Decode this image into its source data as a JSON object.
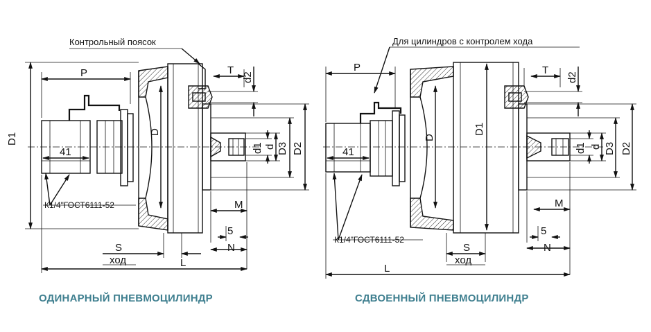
{
  "left": {
    "caption": "ОДИНАРНЫЙ ПНЕВМОЦИЛИНДР",
    "callout": "Контрольный поясок",
    "thread_note": "К1/4\"ГОСТ6111-52",
    "dims": {
      "D1": "D1",
      "P": "P",
      "D": "D",
      "T": "T",
      "d2": "d2",
      "d1": "d1",
      "d": "d",
      "D3": "D3",
      "D2": "D2",
      "n41": "41",
      "M": "M",
      "n5": "5",
      "N": "N",
      "S": "S",
      "stroke": "ход",
      "L": "L"
    }
  },
  "right": {
    "caption": "СДВОЕННЫЙ ПНЕВМОЦИЛИНДР",
    "callout": "Для цилиндров с контролем хода",
    "thread_note": "К1/4\"ГОСТ6111-52",
    "dims": {
      "P": "P",
      "D": "D",
      "D1": "D1",
      "T": "T",
      "d2": "d2",
      "d1": "d1",
      "d": "d",
      "D3": "D3",
      "D2": "D2",
      "n41": "41",
      "M": "M",
      "n5": "5",
      "N": "N",
      "S": "S",
      "stroke": "ход",
      "L": "L"
    }
  }
}
